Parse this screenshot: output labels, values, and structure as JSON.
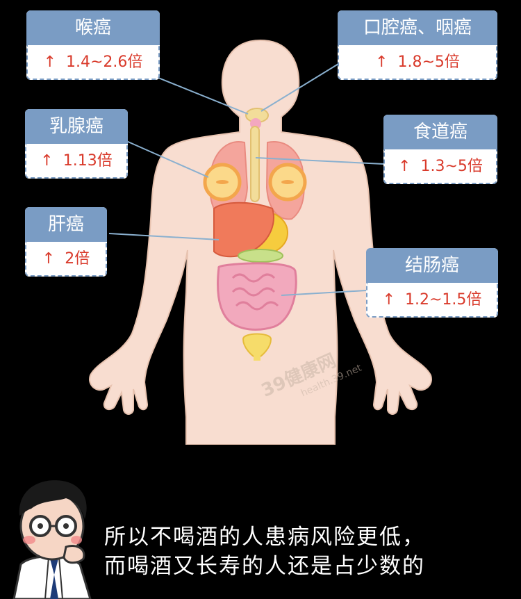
{
  "cards": [
    {
      "id": "larynx",
      "title": "喉癌",
      "arrow": "↑",
      "value": "1.4~2.6倍"
    },
    {
      "id": "mouth",
      "title": "口腔癌、咽癌",
      "arrow": "↑",
      "value": "1.8~5倍"
    },
    {
      "id": "breast",
      "title": "乳腺癌",
      "arrow": "↑",
      "value": "1.13倍"
    },
    {
      "id": "esophagus",
      "title": "食道癌",
      "arrow": "↑",
      "value": "1.3~5倍"
    },
    {
      "id": "liver",
      "title": "肝癌",
      "arrow": "↑",
      "value": "2倍"
    },
    {
      "id": "colon",
      "title": "结肠癌",
      "arrow": "↑",
      "value": "1.2~1.5倍"
    }
  ],
  "caption": {
    "line1": "所以不喝酒的人患病风险更低，",
    "line2": "而喝酒又长寿的人还是占少数的"
  },
  "watermark": {
    "main": "39健康网",
    "sub": "health.39.net"
  },
  "colors": {
    "card_header": "#7a9cc4",
    "value_text": "#d93a2b",
    "skin": "#f8ddd0"
  }
}
